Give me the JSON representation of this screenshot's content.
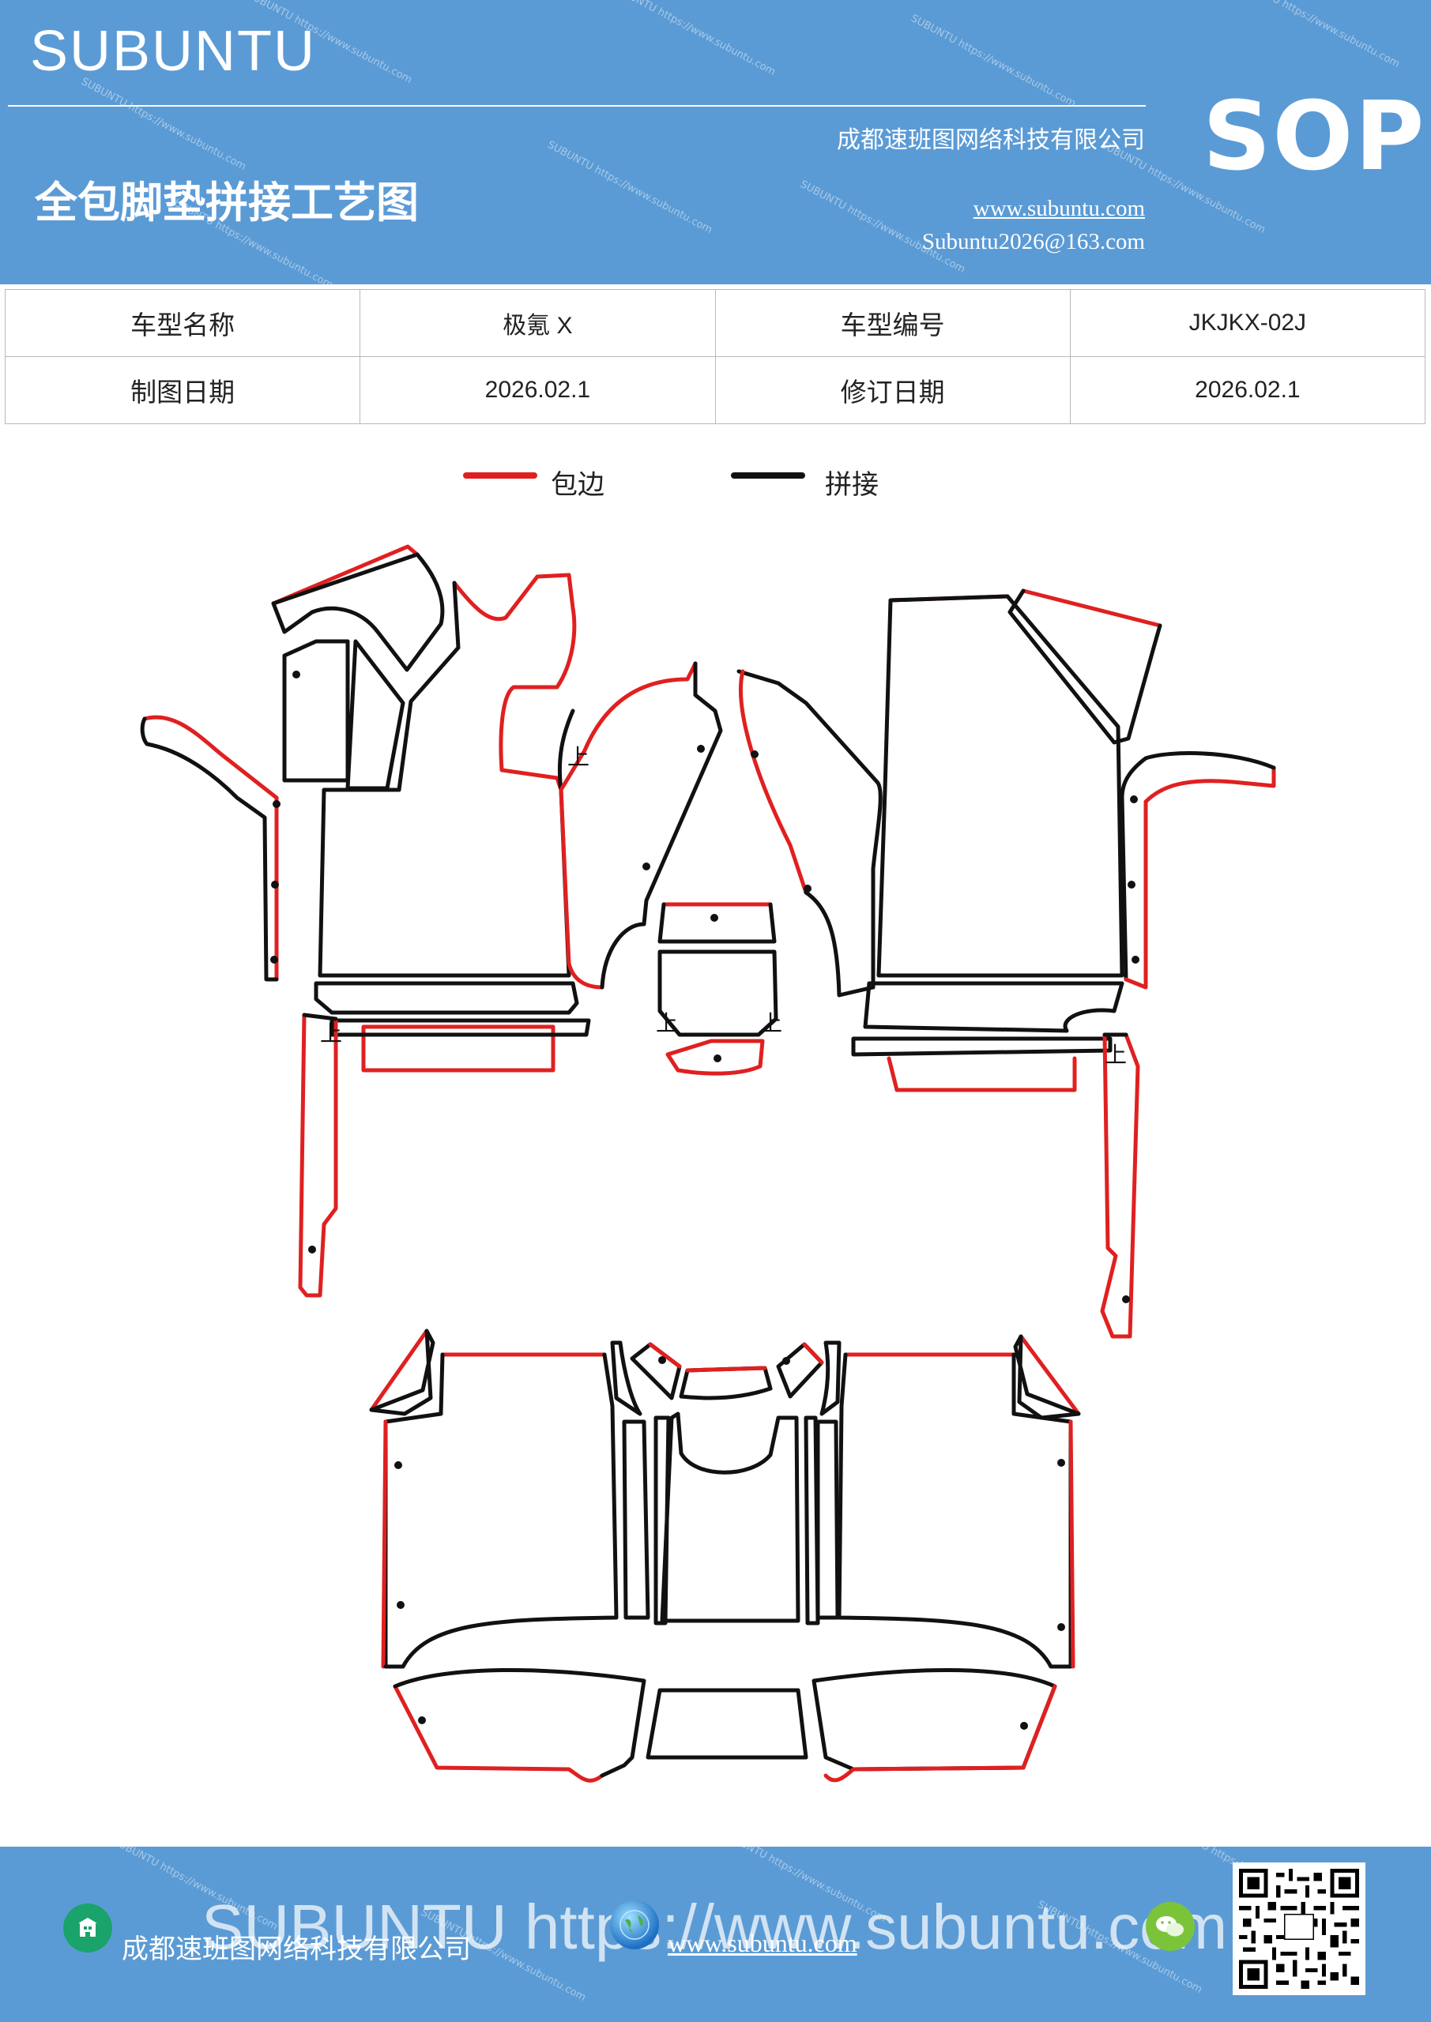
{
  "header": {
    "brand": "SUBUNTU",
    "title": "全包脚垫拼接工艺图",
    "company": "成都速班图网络科技有限公司",
    "website": "www.subuntu.com",
    "email": "Subuntu2026@163.com",
    "badge": "SOP",
    "background_color": "#5b9bd5"
  },
  "info_table": {
    "rows": [
      [
        {
          "label": "车型名称",
          "value": "极氪 X"
        },
        {
          "label": "车型编号",
          "value": "JKJKX-02J"
        }
      ],
      [
        {
          "label": "制图日期",
          "value": "2026.02.1"
        },
        {
          "label": "修订日期",
          "value": "2026.02.1"
        }
      ]
    ]
  },
  "legend": {
    "items": [
      {
        "label": "包边",
        "color": "#e02020"
      },
      {
        "label": "拼接",
        "color": "#111111"
      }
    ]
  },
  "drawing": {
    "up_marker": "上",
    "edge_color": "#e02020",
    "seam_color": "#111111"
  },
  "footer": {
    "company": "成都速班图网络科技有限公司",
    "website": "www.subuntu.com",
    "watermark": "SUBUNTU https://www.subuntu.com",
    "background_color": "#5b9bd5",
    "icons": [
      "building-icon",
      "globe-icon",
      "wechat-icon",
      "qr-code"
    ]
  }
}
